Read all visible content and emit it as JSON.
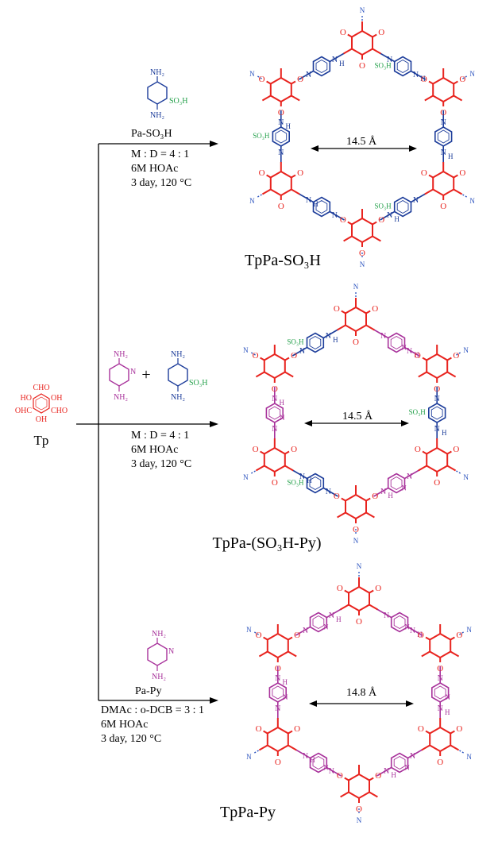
{
  "colors": {
    "tp": "#e8231e",
    "pa": "#1c3c9a",
    "py": "#a8329b",
    "sulfo": "#23a04a",
    "nh": "#2a52be",
    "line": "#000000"
  },
  "start": {
    "substituents": {
      "top": "CHO",
      "top_left": "HO",
      "top_right": "OH",
      "bottom_left": "OHC",
      "bottom_right": "CHO",
      "bottom": "OH"
    },
    "label": "Tp"
  },
  "routes": [
    {
      "reagents": [
        {
          "type": "pa",
          "amine_top": "NH₂",
          "amine_bottom": "NH₂",
          "group": "SO₃H"
        }
      ],
      "plus": "",
      "conditions": [
        "Pa-SO₃H",
        "M : D = 4 : 1",
        "6M HOAc",
        "3 day, 120 °C"
      ],
      "product": {
        "distance": "14.5 Å",
        "label": "TpPa-SO₃H"
      }
    },
    {
      "reagents": [
        {
          "type": "py",
          "amine_top": "NH₂",
          "amine_bottom": "NH₂",
          "ring_n": "N"
        },
        {
          "type": "pa",
          "amine_top": "NH₂",
          "amine_bottom": "NH₂",
          "group": "SO₃H"
        }
      ],
      "plus": "+",
      "conditions": [
        "M : D = 4 : 1",
        "6M HOAc",
        "3 day, 120 °C"
      ],
      "product": {
        "distance": "14.5 Å",
        "label": "TpPa-(SO₃H-Py)"
      }
    },
    {
      "reagents": [
        {
          "type": "py",
          "amine_top": "NH₂",
          "amine_bottom": "NH₂",
          "ring_n": "N"
        }
      ],
      "plus": "",
      "conditions": [
        "Pa-Py",
        "DMAc : o-DCB = 3 : 1",
        "6M HOAc",
        "3 day, 120 °C"
      ],
      "product": {
        "distance": "14.8 Å",
        "label": "TpPa-Py"
      }
    }
  ],
  "framework_labels": {
    "amine": "N",
    "hydrogen": "H",
    "oxygen": "O",
    "sulfo": "SO₃H",
    "pyridine_n": "N",
    "end_bond": "N"
  }
}
